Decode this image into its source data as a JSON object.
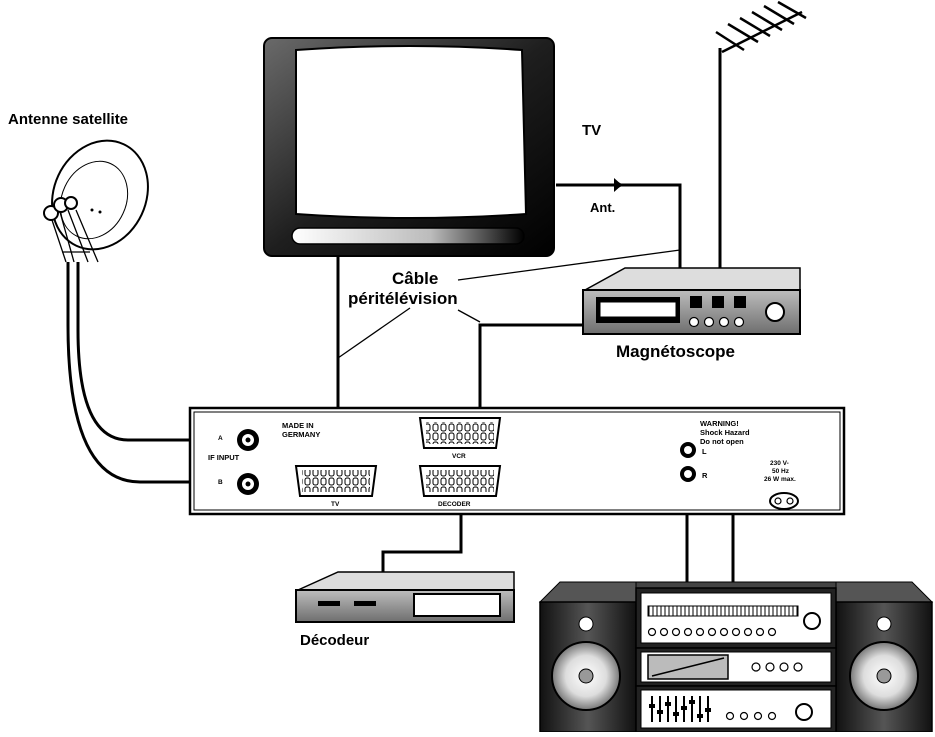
{
  "labels": {
    "satellite_antenna": "Antenne satellite",
    "tv": "TV",
    "antenna": "Ant.",
    "scart_cable_line1": "Câble",
    "scart_cable_line2": "péritélévision",
    "vcr": "Magnétoscope",
    "decoder": "Décodeur"
  },
  "receiver_panel": {
    "made_in_line1": "MADE IN",
    "made_in_line2": "GERMANY",
    "if_input": "IF INPUT",
    "input_a": "A",
    "input_b": "B",
    "port_tv": "TV",
    "port_vcr": "VCR",
    "port_decoder": "DECODER",
    "warning_line1": "WARNING!",
    "warning_line2": "Shock Hazard",
    "warning_line3": "Do not open",
    "audio_l": "L",
    "audio_r": "R",
    "power_line1": "230 V-",
    "power_line2": "50 Hz",
    "power_line3": "26 W max."
  },
  "colors": {
    "ink": "#000000",
    "paper": "#ffffff",
    "tv_bezel": "#2a2a2a",
    "device_gray": "#8a8a8a"
  }
}
